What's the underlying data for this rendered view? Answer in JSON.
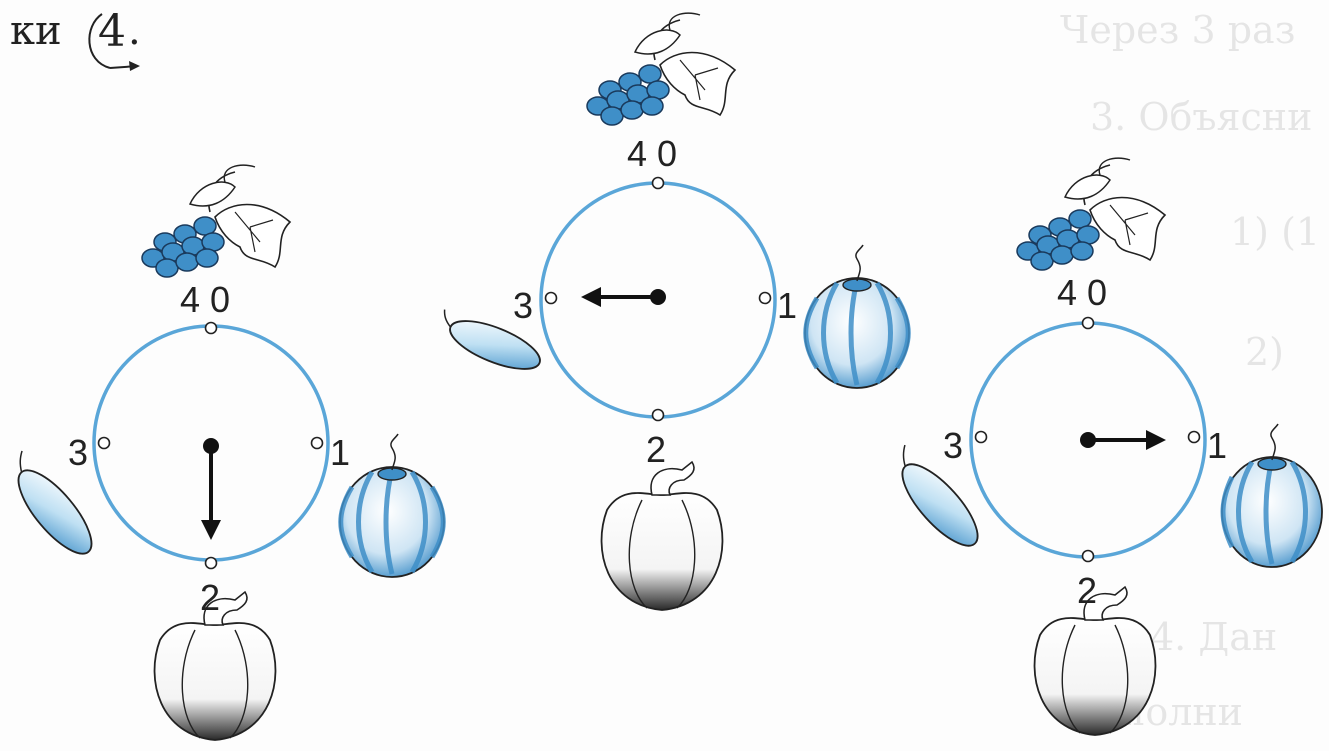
{
  "header": {
    "prefix": "ки",
    "number": "4",
    "period": "."
  },
  "bleed_through": {
    "line1": "Через 3 раз",
    "line2": "3. Объясни",
    "line3": "1) (1",
    "line4": "2)",
    "line5": "4. Дан",
    "line6": "полни"
  },
  "clock_labels": {
    "top": "4 0",
    "right": "1",
    "bottom": "2",
    "left": "3"
  },
  "items": {
    "top": "grapes-icon",
    "right": "pumpkin-icon",
    "bottom": "squash-icon",
    "left": "cucumber-icon"
  },
  "clocks": [
    {
      "hand_points_to": 2
    },
    {
      "hand_points_to": 3
    },
    {
      "hand_points_to": 1
    }
  ],
  "colors": {
    "ring": "#5aa6d8",
    "hand": "#111111",
    "fruit_blue": "#3f8fc8"
  }
}
